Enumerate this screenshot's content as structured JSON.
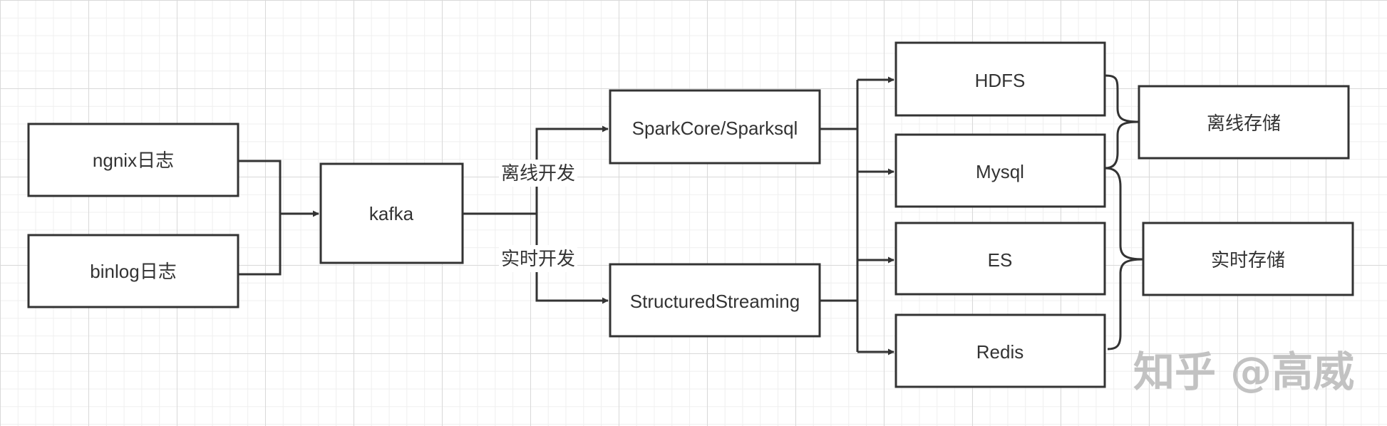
{
  "nodes": {
    "nginx_log": "ngnix日志",
    "binlog_log": "binlog日志",
    "kafka": "kafka",
    "spark_core": "SparkCore/Sparksql",
    "structured_streaming": "StructuredStreaming",
    "hdfs": "HDFS",
    "mysql": "Mysql",
    "es": "ES",
    "redis": "Redis",
    "offline_storage": "离线存储",
    "realtime_storage": "实时存储"
  },
  "edge_labels": {
    "offline_dev": "离线开发",
    "realtime_dev": "实时开发"
  },
  "watermark": "知乎 @高威",
  "colors": {
    "stroke": "#333333",
    "background": "#ffffff",
    "grid": "#d9d9d9",
    "watermark": "#c2c2c2"
  }
}
